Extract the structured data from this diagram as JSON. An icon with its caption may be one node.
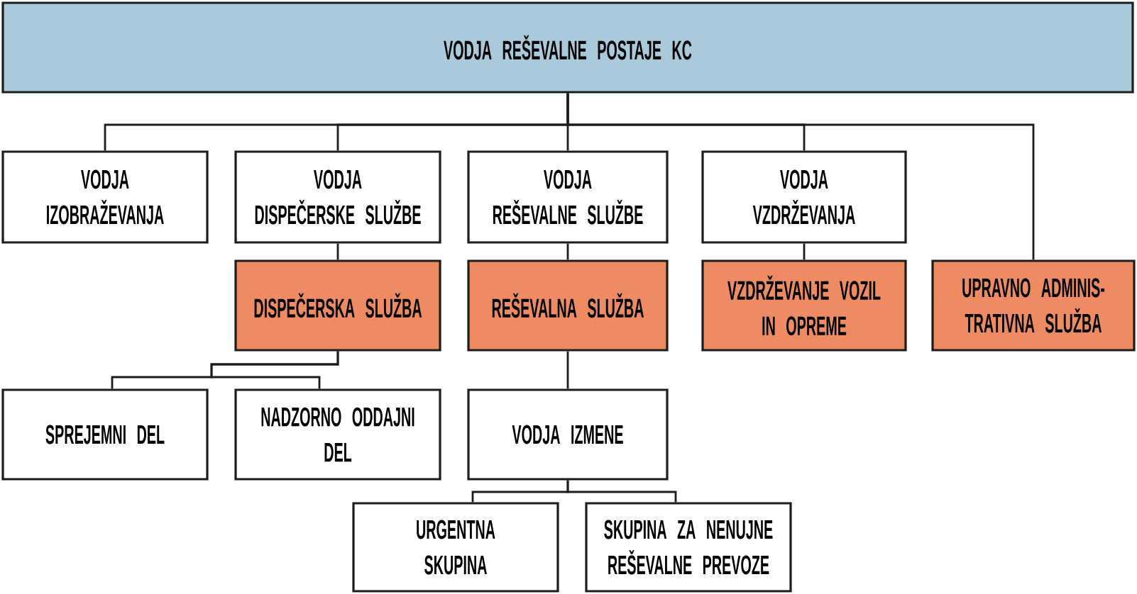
{
  "diagram": {
    "nodes": [
      {
        "text": [
          "VODJA REŠEVALNE POSTAJE KC"
        ]
      },
      {
        "text": [
          "VODJA IZOBRAŽEVANJA"
        ]
      },
      {
        "text": [
          "VODJA DISPEČERSKE SLUŽBE"
        ]
      },
      {
        "text": [
          "VODJA REŠEVALNE SLUŽBE"
        ]
      },
      {
        "text": [
          "VODJA VZDRŽEVANJA"
        ]
      },
      {
        "text": [
          "DISPEČERSKA SLUŽBA"
        ]
      },
      {
        "text": [
          "REŠEVALNA SLUŽBA"
        ]
      },
      {
        "text": [
          "VZDRŽEVANJE VOZIL IN OPREME"
        ]
      },
      {
        "text": [
          "UPRAVNO ADMINIS- TRATIVNA SLUŽBA"
        ]
      },
      {
        "text": [
          "SPREJEMNI DEL"
        ]
      },
      {
        "text": [
          "NADZORNO ODDAJNI DEL"
        ]
      },
      {
        "text": [
          "VODJA IZMENE"
        ]
      },
      {
        "text": [
          "URGENTNA SKUPINA"
        ]
      },
      {
        "text": [
          "SKUPINA ZA NENUJNE REŠEVALNE PREVOZE"
        ]
      }
    ],
    "edges": [
      {
        "from": 0,
        "to": 1,
        "arrow": "none"
      },
      {
        "from": 0,
        "to": 2,
        "arrow": "none"
      },
      {
        "from": 0,
        "to": 3,
        "arrow": "none"
      },
      {
        "from": 0,
        "to": 4,
        "arrow": "none"
      },
      {
        "from": 0,
        "to": 8,
        "arrow": "none"
      },
      {
        "from": 2,
        "to": 5,
        "arrow": "none"
      },
      {
        "from": 3,
        "to": 6,
        "arrow": "none"
      },
      {
        "from": 4,
        "to": 7,
        "arrow": "none"
      },
      {
        "from": 5,
        "to": 9,
        "arrow": "none"
      },
      {
        "from": 5,
        "to": 10,
        "arrow": "none"
      },
      {
        "from": 6,
        "to": 11,
        "arrow": "none"
      },
      {
        "from": 11,
        "to": 12,
        "arrow": "none"
      },
      {
        "from": 11,
        "to": 13,
        "arrow": "none"
      }
    ]
  }
}
